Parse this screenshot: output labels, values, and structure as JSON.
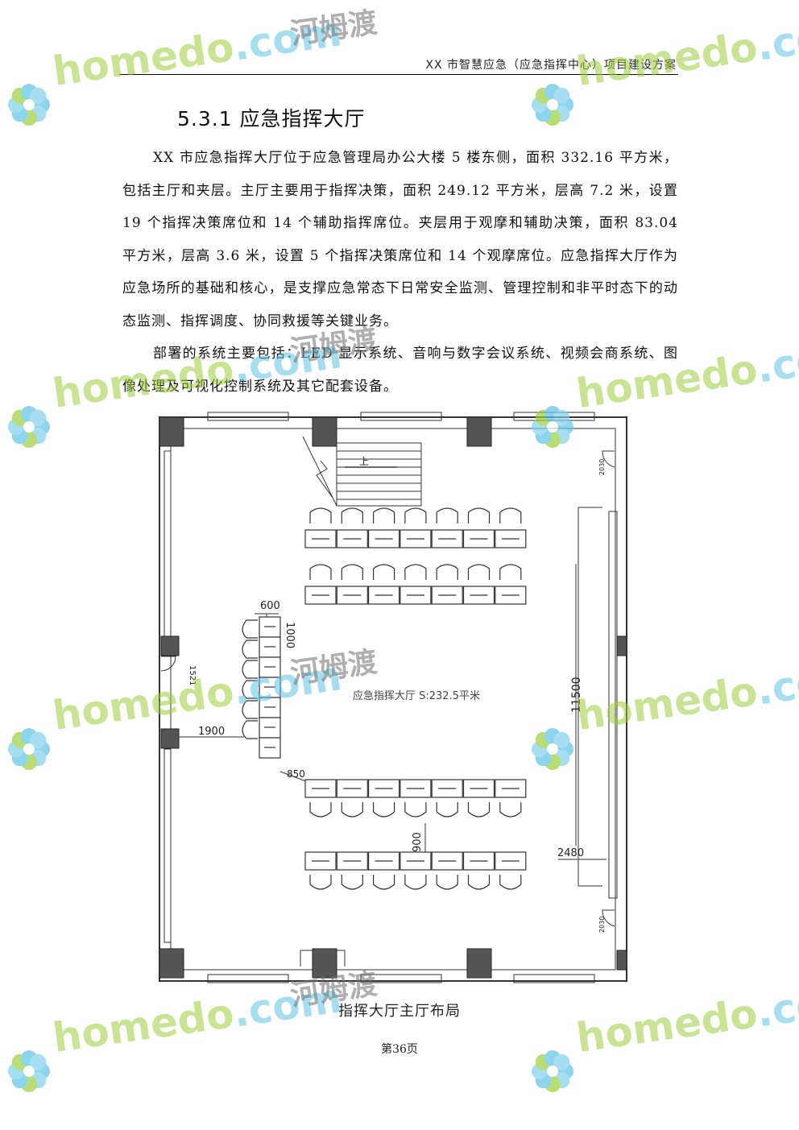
{
  "header": {
    "title": "XX 市智慧应急（应急指挥中心）项目建设方案"
  },
  "section": {
    "title": "5.3.1 应急指挥大厅"
  },
  "paragraphs": [
    "XX 市应急指挥大厅位于应急管理局办公大楼 5 楼东侧，面积 332.16 平方米，包括主厅和夹层。主厅主要用于指挥决策，面积 249.12 平方米，层高 7.2 米，设置 19 个指挥决策席位和 14 个辅助指挥席位。夹层用于观摩和辅助决策，面积 83.04 平方米，层高 3.6 米，设置 5 个指挥决策席位和 14 个观摩席位。应急指挥大厅作为应急场所的基础和核心，是支撑应急常态下日常安全监测、管理控制和非平时态下的动态监测、指挥调度、协同救援等关键业务。",
    "部署的系统主要包括：LED 显示系统、音响与数字会议系统、视频会商系统、图像处理及可视化控制系统及其它配套设备。"
  ],
  "figure": {
    "caption": "指挥大厅主厅布局",
    "room_label": "应急指挥大厅 S:232.5平米",
    "stair_label": "上",
    "dim_labels": {
      "desk_width": "600",
      "desk_depth": "1000",
      "aisle_left": "1900",
      "offset": "850",
      "row_gap": "900",
      "aisle_right": "2480",
      "room_length": "11500",
      "door_left": "1521",
      "door_right_top": "2030",
      "door_right_bottom": "2030"
    }
  },
  "page": {
    "number": "第36页"
  },
  "watermark": {
    "brand": "homedo",
    "suffix": ".com",
    "cn": "河姆渡"
  },
  "colors": {
    "brand_green": "#9ccf3a",
    "brand_blue": "#5ec4e6",
    "ink": "#111111"
  }
}
